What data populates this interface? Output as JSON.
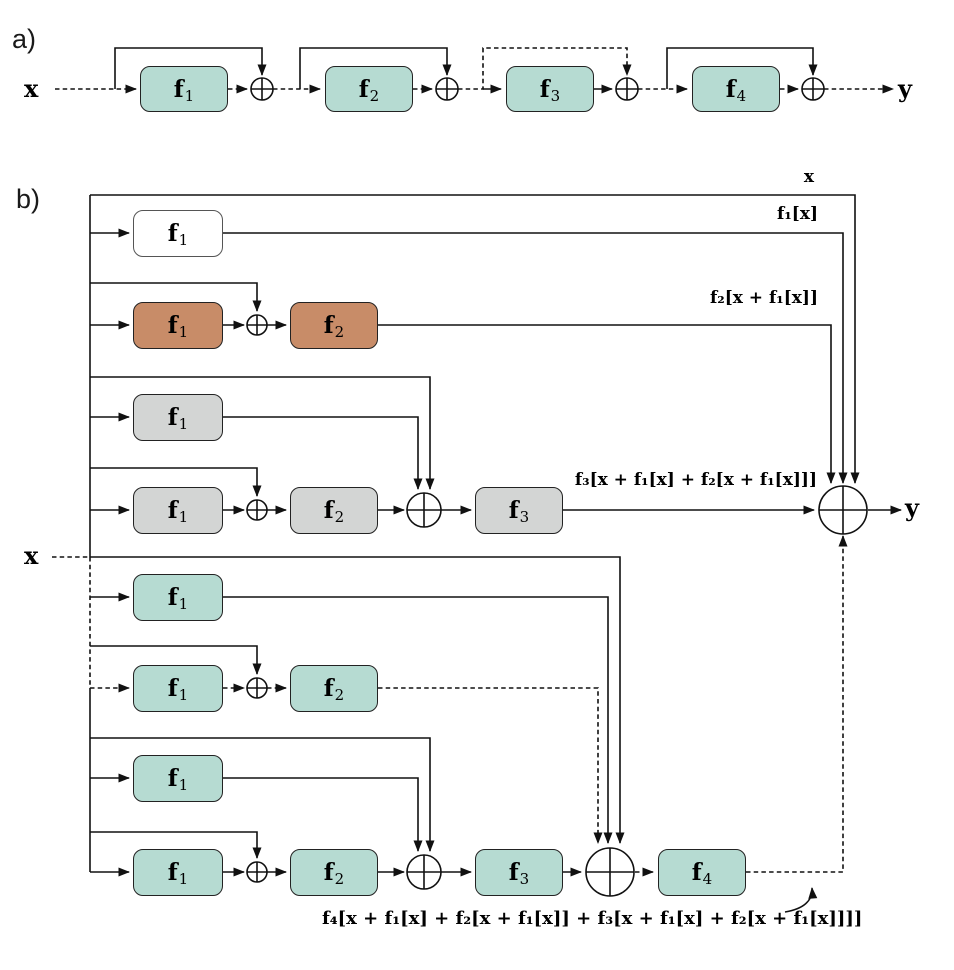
{
  "figure": {
    "panel_a": {
      "label": "a)",
      "input": "x",
      "output": "y",
      "blocks": [
        {
          "f": "f",
          "sub": "1"
        },
        {
          "f": "f",
          "sub": "2"
        },
        {
          "f": "f",
          "sub": "3"
        },
        {
          "f": "f",
          "sub": "4"
        }
      ]
    },
    "panel_b": {
      "label": "b)",
      "input": "x",
      "output": "y",
      "branch_labels": {
        "identity": "x",
        "f1": "f₁[x]",
        "f2": "f₂[x + f₁[x]]",
        "f3": "f₃[x + f₁[x] + f₂[x + f₁[x]]]",
        "f4": "f₄[x + f₁[x] + f₂[x + f₁[x]] + f₃[x + f₁[x] + f₂[x + f₁[x]]]]"
      },
      "rows": [
        {
          "boxes": [
            {
              "f": "f",
              "sub": "1",
              "color": "white"
            }
          ]
        },
        {
          "boxes": [
            {
              "f": "f",
              "sub": "1",
              "color": "brown"
            },
            {
              "f": "f",
              "sub": "2",
              "color": "brown"
            }
          ]
        },
        {
          "boxes": [
            {
              "f": "f",
              "sub": "1",
              "color": "gray"
            }
          ]
        },
        {
          "boxes": [
            {
              "f": "f",
              "sub": "1",
              "color": "gray"
            },
            {
              "f": "f",
              "sub": "2",
              "color": "gray"
            },
            {
              "f": "f",
              "sub": "3",
              "color": "gray"
            }
          ]
        },
        {
          "boxes": [
            {
              "f": "f",
              "sub": "1",
              "color": "teal"
            }
          ]
        },
        {
          "boxes": [
            {
              "f": "f",
              "sub": "1",
              "color": "teal"
            },
            {
              "f": "f",
              "sub": "2",
              "color": "teal"
            }
          ]
        },
        {
          "boxes": [
            {
              "f": "f",
              "sub": "1",
              "color": "teal"
            }
          ]
        },
        {
          "boxes": [
            {
              "f": "f",
              "sub": "1",
              "color": "teal"
            },
            {
              "f": "f",
              "sub": "2",
              "color": "teal"
            },
            {
              "f": "f",
              "sub": "3",
              "color": "teal"
            },
            {
              "f": "f",
              "sub": "4",
              "color": "teal"
            }
          ]
        }
      ]
    },
    "colors": {
      "teal": "#b6dbd2",
      "brown": "#c88c68",
      "gray": "#d3d5d4",
      "white": "#ffffff",
      "line": "#111111"
    }
  }
}
